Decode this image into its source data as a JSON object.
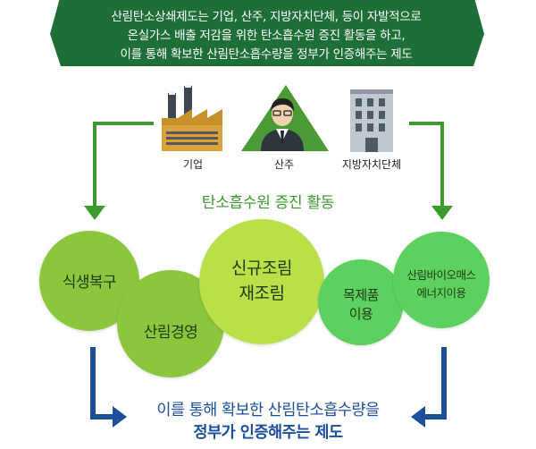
{
  "banner": {
    "line1": "산림탄소상쇄제도는 기업, 산주, 지방자치단체, 등이 자발적으로",
    "line2": "온실가스 배출 저감을 위한 탄소흡수원 증진 활동을 하고,",
    "line3": "이를 통해 확보한 산림탄소흡수량을 정부가 인증해주는 제도"
  },
  "participants": [
    {
      "label": "기업",
      "icon": "factory-icon"
    },
    {
      "label": "산주",
      "icon": "forest-owner-icon"
    },
    {
      "label": "지방자치단체",
      "icon": "building-icon"
    }
  ],
  "activity_title": "탄소흡수원 증진 활동",
  "activities": [
    {
      "line1": "식생복구",
      "line2": ""
    },
    {
      "line1": "산림경영",
      "line2": ""
    },
    {
      "line1": "신규조림",
      "line2": "재조림"
    },
    {
      "line1": "목제품",
      "line2": "이용"
    },
    {
      "line1": "산림바이오매스",
      "line2": "에너지이용"
    }
  ],
  "result": {
    "line1": "이를 통해 확보한 산림탄소흡수량을",
    "line2": "정부가 인증해주는 제도"
  },
  "colors": {
    "banner": "#1e6e38",
    "green_arrow": "#3d9a2e",
    "blue_arrow": "#1b4f9b",
    "circle_light": "#b9e04a",
    "circle_mid": "#8cc63e",
    "circle_bright": "#5cd160"
  }
}
